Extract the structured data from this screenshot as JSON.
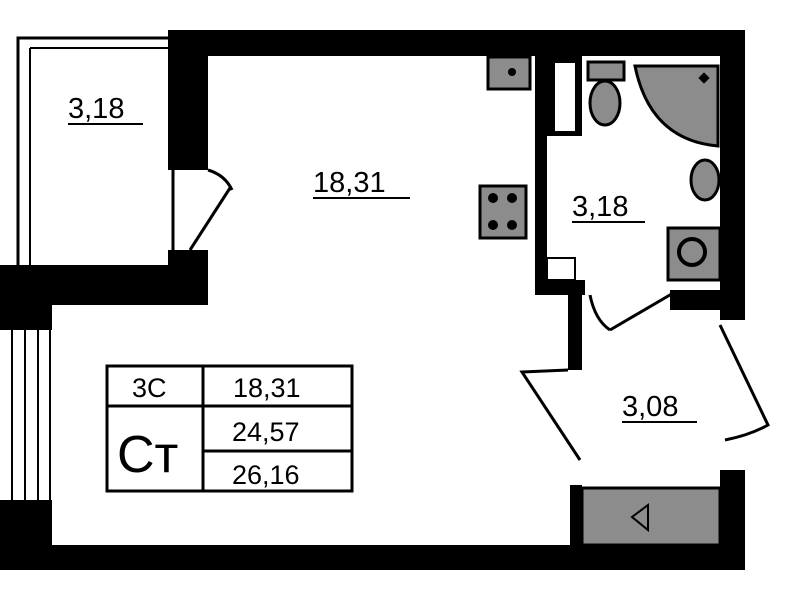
{
  "plan": {
    "rooms": {
      "balcony_area": "3,18",
      "main_room_area": "18,31",
      "bathroom_area": "3,18",
      "hall_area": "3,08"
    },
    "summary_table": {
      "code": "3C",
      "type": "Ст",
      "living_area": "18,31",
      "total_area": "24,57",
      "total_area_with_balcony": "26,16"
    }
  },
  "colors": {
    "wall": "#000000",
    "fixture": "#8c8c8c",
    "background": "#ffffff"
  }
}
